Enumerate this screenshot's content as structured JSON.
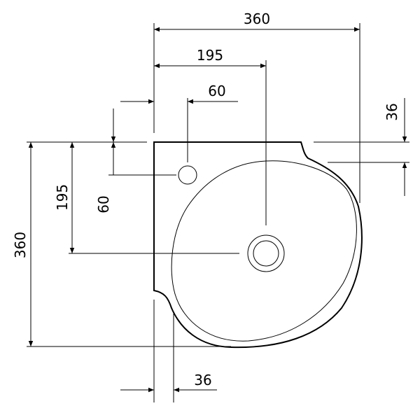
{
  "dimensions": {
    "top_overall_width": "360",
    "top_to_drain_center": "195",
    "top_tap_hole_offset": "60",
    "right_side_offset": "36",
    "left_overall_depth": "360",
    "left_to_drain_center": "195",
    "left_tap_hole_offset": "60",
    "bottom_side_offset": "36"
  }
}
